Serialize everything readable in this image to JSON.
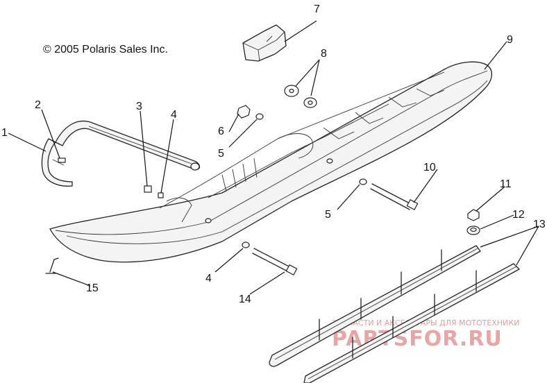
{
  "copyright": "© 2005 Polaris Sales Inc.",
  "callouts": [
    "1",
    "2",
    "3",
    "4",
    "6",
    "5",
    "7",
    "8",
    "9",
    "10",
    "5",
    "11",
    "12",
    "13",
    "4",
    "14",
    "15"
  ],
  "watermark": {
    "small": "ЗАПЧАСТИ И АКСЕССУАРЫ ДЛЯ МОТОТЕХНИКИ",
    "big": "PARTSFOR.RU"
  }
}
